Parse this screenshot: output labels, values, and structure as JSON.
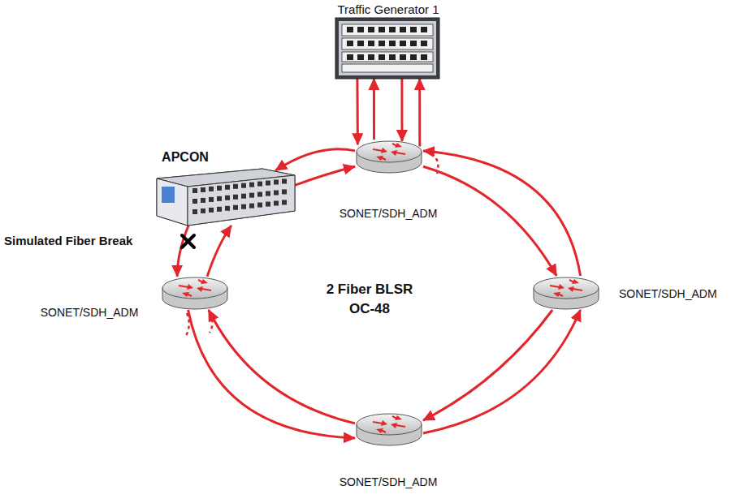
{
  "diagram": {
    "nodes": [
      {
        "text": [
          "Traffic Generator 1"
        ]
      },
      {
        "text": [
          "APCON"
        ]
      },
      {
        "text": [
          "SONET/SDH_ADM"
        ]
      },
      {
        "text": [
          "SONET/SDH_ADM"
        ]
      },
      {
        "text": [
          "SONET/SDH_ADM"
        ]
      },
      {
        "text": [
          "SONET/SDH_ADM"
        ]
      }
    ],
    "edges": [
      {
        "from": 0,
        "to": 2,
        "arrow": "to"
      },
      {
        "from": 2,
        "to": 0,
        "arrow": "to"
      },
      {
        "from": 0,
        "to": 2,
        "arrow": "to"
      },
      {
        "from": 2,
        "to": 0,
        "arrow": "to"
      },
      {
        "from": 2,
        "to": 1,
        "arrow": "to"
      },
      {
        "from": 1,
        "to": 2,
        "arrow": "to"
      },
      {
        "from": 1,
        "to": 3,
        "arrow": "to"
      },
      {
        "from": 3,
        "to": 1,
        "arrow": "to"
      },
      {
        "from": 5,
        "to": 3,
        "arrow": "to"
      },
      {
        "from": 3,
        "to": 5,
        "arrow": "to"
      },
      {
        "from": 4,
        "to": 5,
        "arrow": "to"
      },
      {
        "from": 5,
        "to": 4,
        "arrow": "to"
      },
      {
        "from": 2,
        "to": 4,
        "arrow": "to"
      },
      {
        "from": 4,
        "to": 2,
        "arrow": "to"
      }
    ],
    "labels": [
      "Simulated Fiber Break",
      "2 Fiber BLSR",
      "OC-48"
    ]
  }
}
